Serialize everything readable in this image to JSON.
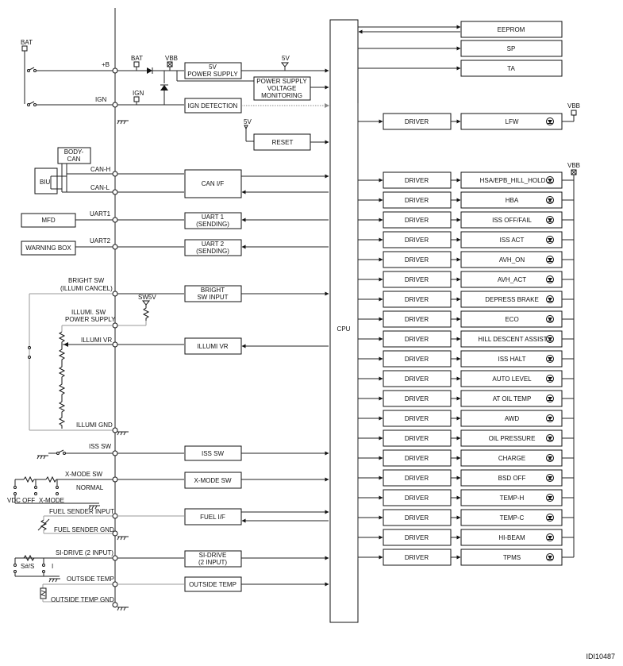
{
  "figure_id": "IDI10487",
  "cpu": "CPU",
  "top_blocks": [
    "EEPROM",
    "SP",
    "TA"
  ],
  "driver_label": "DRIVER",
  "lfw": "LFW",
  "vbb": "VBB",
  "indicators": [
    "HSA/EPB_HILL_HOLD",
    "HBA",
    "ISS OFF/FAIL",
    "ISS ACT",
    "AVH_ON",
    "AVH_ACT",
    "DEPRESS BRAKE",
    "ECO",
    "HILL DESCENT ASSIST",
    "ISS HALT",
    "AUTO LEVEL",
    "AT OIL TEMP",
    "AWD",
    "OIL PRESSURE",
    "CHARGE",
    "BSD OFF",
    "TEMP-H",
    "TEMP-C",
    "HI-BEAM",
    "TPMS"
  ],
  "left": {
    "bat": "BAT",
    "plus_b": "+B",
    "ign": "IGN",
    "bat_small": "BAT",
    "vbb_small": "VBB",
    "ign_small": "IGN",
    "supply_5v": "5V",
    "supply_5v_2": "5V",
    "supply_5v_3": "5V",
    "sw5v": "SW5V",
    "power_supply_l1": "5V",
    "power_supply_l2": "POWER SUPPLY",
    "psvm_l1": "POWER SUPPLY",
    "psvm_l2": "VOLTAGE",
    "psvm_l3": "MONITORING",
    "ign_detection": "IGN DETECTION",
    "reset": "RESET",
    "body_can_l1": "BODY-",
    "body_can_l2": "CAN",
    "biu": "BIU",
    "can_h": "CAN-H",
    "can_l": "CAN-L",
    "can_if": "CAN I/F",
    "mfd": "MFD",
    "uart1": "UART1",
    "uart1_l1": "UART 1",
    "uart1_l2": "(SENDING)",
    "warning_box": "WARNING BOX",
    "uart2": "UART2",
    "uart2_l1": "UART 2",
    "uart2_l2": "(SENDING)",
    "bright_sw_l1": "BRIGHT SW",
    "bright_sw_l2": "(ILLUMI CANCEL)",
    "bright_in_l1": "BRIGHT",
    "bright_in_l2": "SW INPUT",
    "illumi_ps_l1": "ILLUMI. SW",
    "illumi_ps_l2": "POWER SUPPLY",
    "illumi_vr": "ILLUMI VR",
    "illumi_vr_box": "ILLUMI VR",
    "illumi_gnd": "ILLUMI GND",
    "iss_sw": "ISS SW",
    "iss_sw_box": "ISS SW",
    "xmode_sw": "X-MODE SW",
    "xmode_sw_box": "X-MODE SW",
    "normal": "NORMAL",
    "vdc_off": "VDC OFF",
    "x_mode": "X-MODE",
    "fuel_sender_input": "FUEL SENDER INPUT",
    "fuel_if": "FUEL I/F",
    "fuel_sender_gnd": "FUEL SENDER GND",
    "si_drive": "SI-DRIVE (2 INPUT)",
    "si_drive_l1": "SI-DRIVE",
    "si_drive_l2": "(2 INPUT)",
    "s_sharp_s": "S#/S",
    "i_label": "I",
    "outside_temp": "OUTSIDE TEMP",
    "outside_temp_box": "OUTSIDE TEMP",
    "outside_temp_gnd": "OUTSIDE TEMP GND"
  }
}
